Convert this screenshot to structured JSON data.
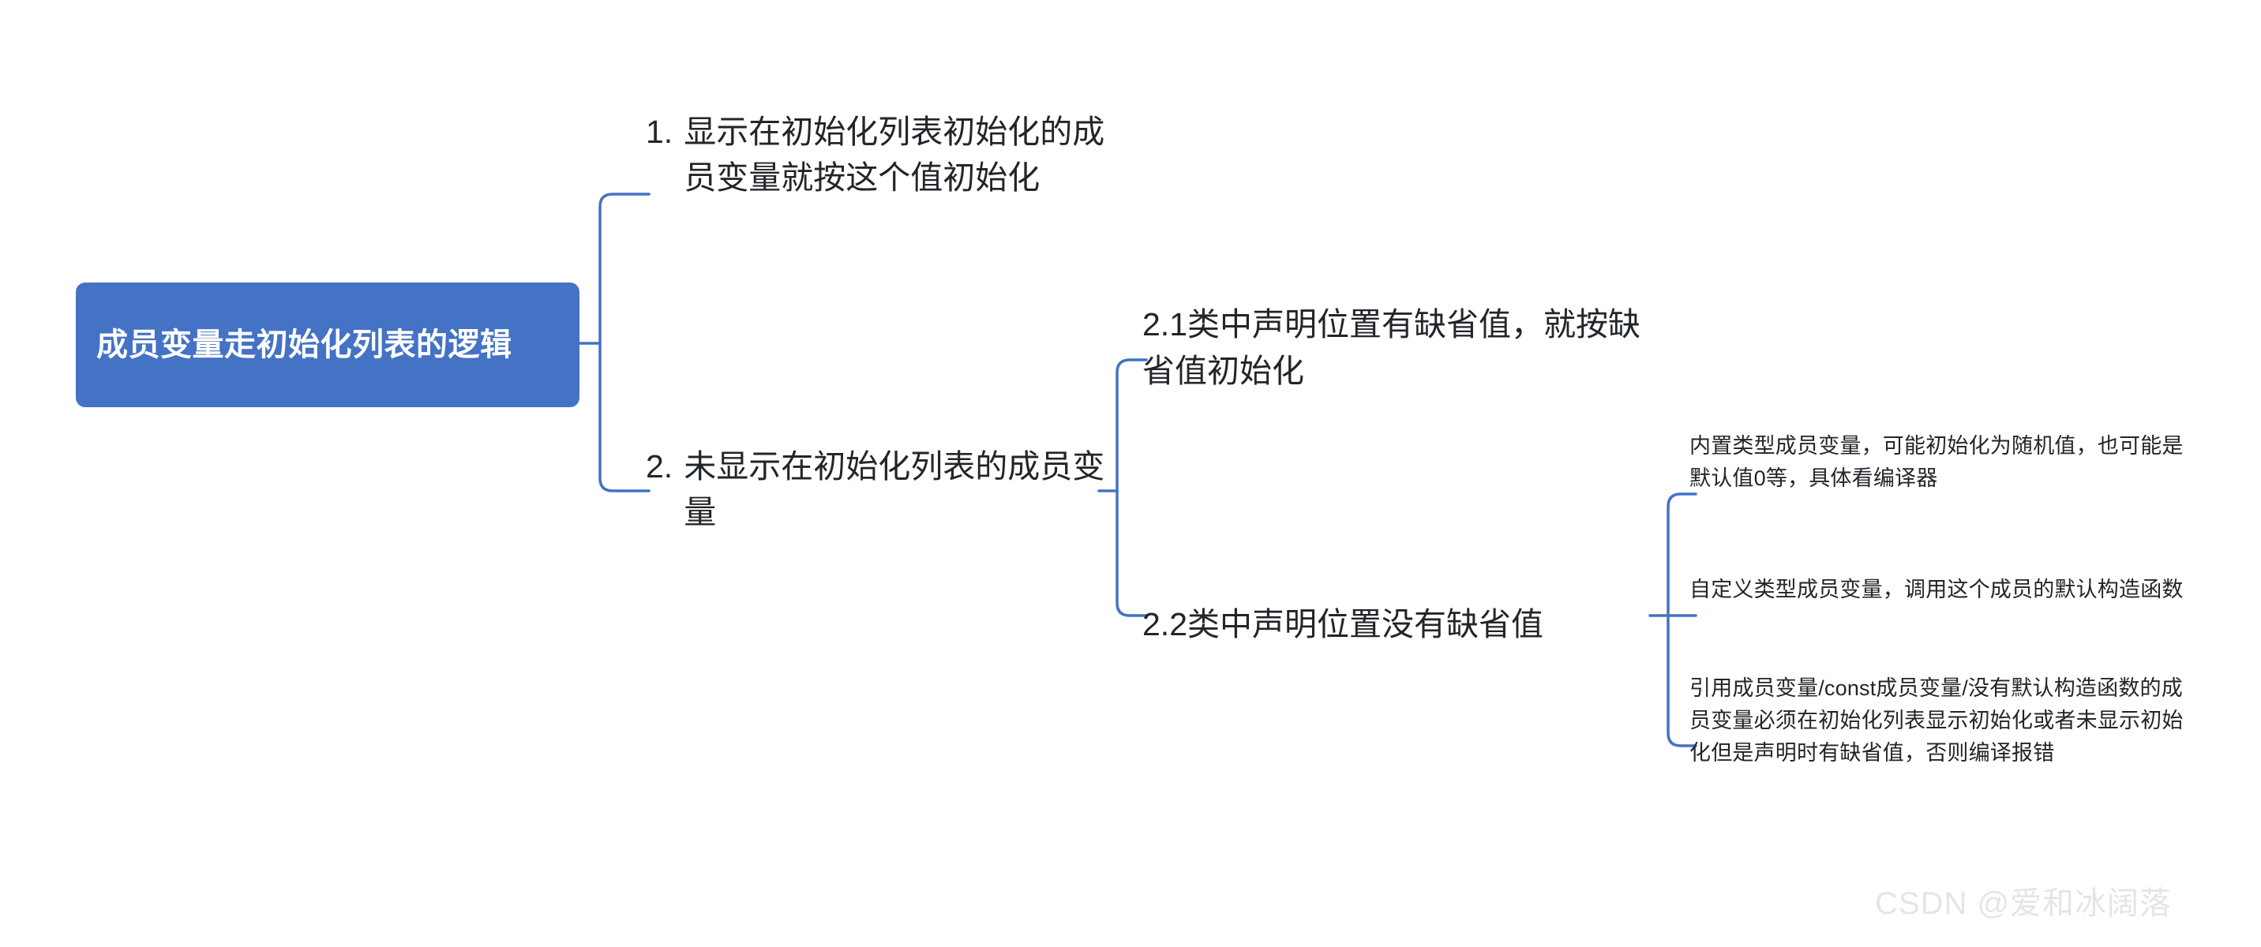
{
  "mindmap": {
    "root": {
      "label": "成员变量走初始化列表的逻辑",
      "fill_color": "#4472C4",
      "text_color": "#FFFFFF"
    },
    "connector_color": "#4472C4",
    "text_color": "#22252A",
    "branches": [
      {
        "number": "1.",
        "label": "显示在初始化列表初始化的成员变量就按这个值初始化"
      },
      {
        "number": "2.",
        "label": "未显示在初始化列表的成员变量"
      }
    ],
    "sub_nodes": [
      {
        "id": "2.1",
        "label": "2.1类中声明位置有缺省值，就按缺省值初始化"
      },
      {
        "id": "2.2",
        "label": "2.2类中声明位置没有缺省值"
      }
    ],
    "leaves": [
      {
        "label": "内置类型成员变量，可能初始化为随机值，也可能是默认值0等，具体看编译器"
      },
      {
        "label": "自定义类型成员变量，调用这个成员的默认构造函数"
      },
      {
        "label": "引用成员变量/const成员变量/没有默认构造函数的成员变量必须在初始化列表显示初始化或者未显示初始化但是声明时有缺省值，否则编译报错"
      }
    ]
  },
  "watermark": {
    "text": "CSDN @爱和冰阔落",
    "color": "#E3E5E8"
  }
}
